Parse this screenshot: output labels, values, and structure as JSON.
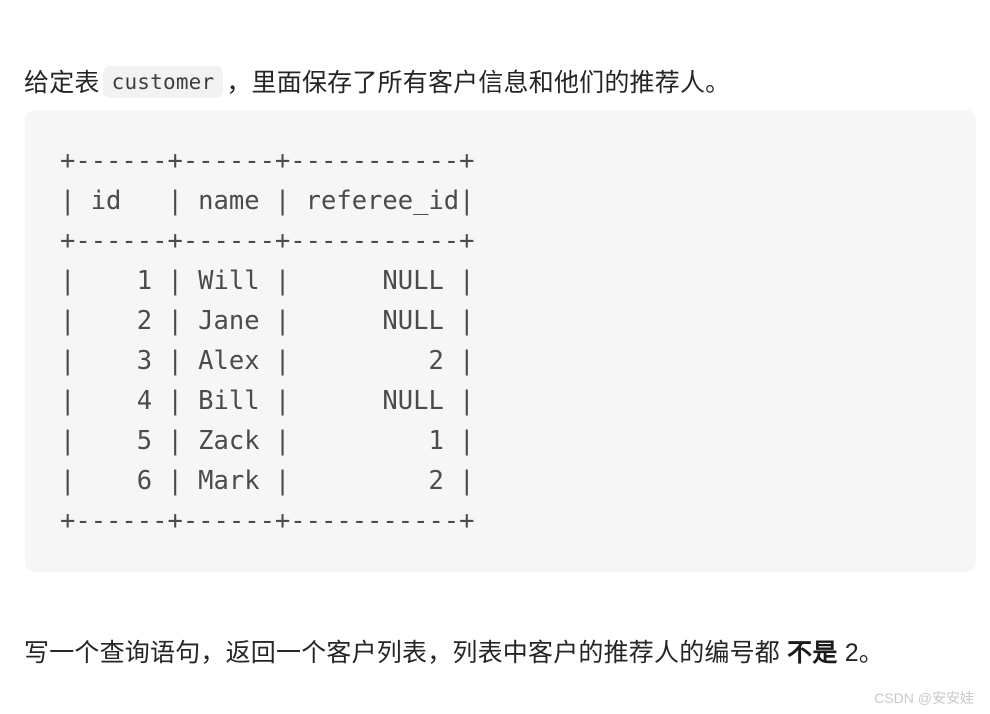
{
  "document": {
    "background_color": "#ffffff",
    "text_color": "#252525"
  },
  "intro_paragraph": {
    "prefix": "给定表",
    "inline_code": "customer",
    "suffix": "，里面保存了所有客户信息和他们的推荐人。"
  },
  "code_block": {
    "background_color": "#f6f6f6",
    "text_color": "#4b4b4b",
    "language": "text",
    "lines": [
      "+------+------+-----------+",
      "| id   | name | referee_id|",
      "+------+------+-----------+",
      "|    1 | Will |      NULL |",
      "|    2 | Jane |      NULL |",
      "|    3 | Alex |         2 |",
      "|    4 | Bill |      NULL |",
      "|    5 | Zack |         1 |",
      "|    6 | Mark |         2 |",
      "+------+------+-----------+"
    ],
    "text": "+------+------+-----------+\n| id   | name | referee_id|\n+------+------+-----------+\n|    1 | Will |      NULL |\n|    2 | Jane |      NULL |\n|    3 | Alex |         2 |\n|    4 | Bill |      NULL |\n|    5 | Zack |         1 |\n|    6 | Mark |         2 |\n+------+------+-----------+",
    "table": {
      "columns": [
        "id",
        "name",
        "referee_id"
      ],
      "rows": [
        [
          "1",
          "Will",
          "NULL"
        ],
        [
          "2",
          "Jane",
          "NULL"
        ],
        [
          "3",
          "Alex",
          "2"
        ],
        [
          "4",
          "Bill",
          "NULL"
        ],
        [
          "5",
          "Zack",
          "1"
        ],
        [
          "6",
          "Mark",
          "2"
        ]
      ]
    }
  },
  "question_paragraph": {
    "prefix": "写一个查询语句，返回一个客户列表，列表中客户的推荐人的编号都",
    "emphasis": " 不是",
    "suffix": " 2。"
  },
  "watermark": {
    "text": "CSDN @安安娃",
    "color": "#c9c9c9"
  }
}
